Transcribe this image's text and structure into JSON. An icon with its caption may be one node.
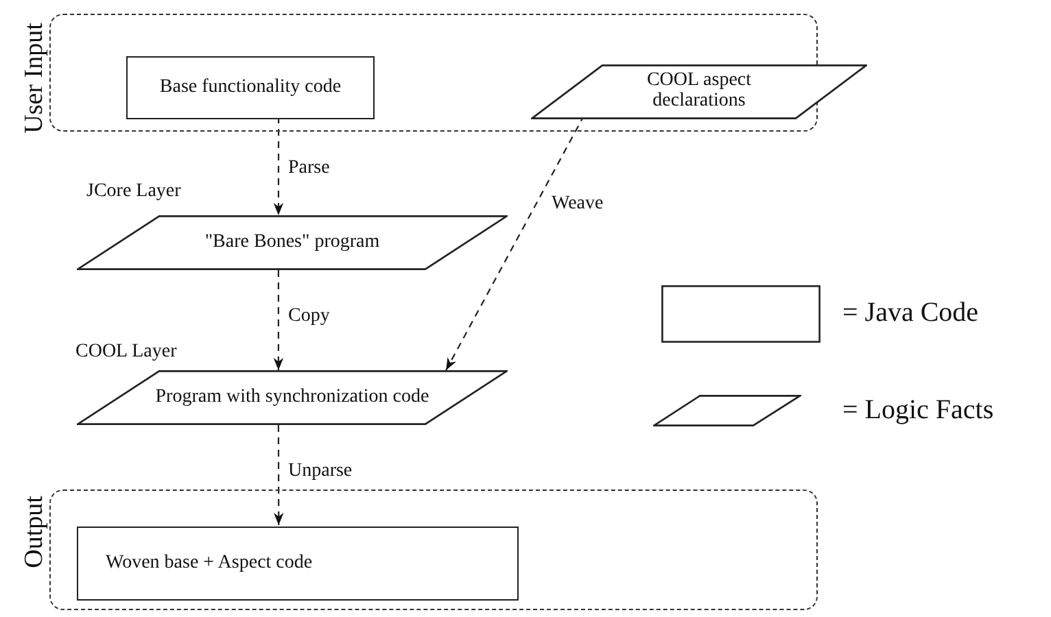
{
  "diagram": {
    "nodes": [
      {
        "text": [
          "User Input"
        ]
      },
      {
        "text": [
          "Base functionality code"
        ],
        "in": 0
      },
      {
        "text": [
          "COOL aspect declarations"
        ],
        "in": 0
      },
      {
        "text": [
          "\"Bare Bones\" program"
        ],
        "beside": [
          "JCore Layer"
        ]
      },
      {
        "text": [
          "Program with synchronization code"
        ],
        "beside": [
          "COOL Layer"
        ]
      },
      {
        "text": [
          "Output"
        ]
      },
      {
        "text": [
          "Woven base + Aspect code"
        ],
        "in": 5
      }
    ],
    "edges": [
      {
        "from": 1,
        "to": 3,
        "arrow": "to",
        "label": "Parse",
        "style": "dashed"
      },
      {
        "from": 2,
        "to": 4,
        "arrow": "to",
        "label": "Weave",
        "style": "dashed"
      },
      {
        "from": 3,
        "to": 4,
        "arrow": "to",
        "label": "Copy",
        "style": "dashed"
      },
      {
        "from": 4,
        "to": 6,
        "arrow": "to",
        "label": "Unparse",
        "style": "dashed"
      }
    ],
    "legend": [
      {
        "text": "= Java Code"
      },
      {
        "text": "= Logic Facts"
      }
    ]
  }
}
